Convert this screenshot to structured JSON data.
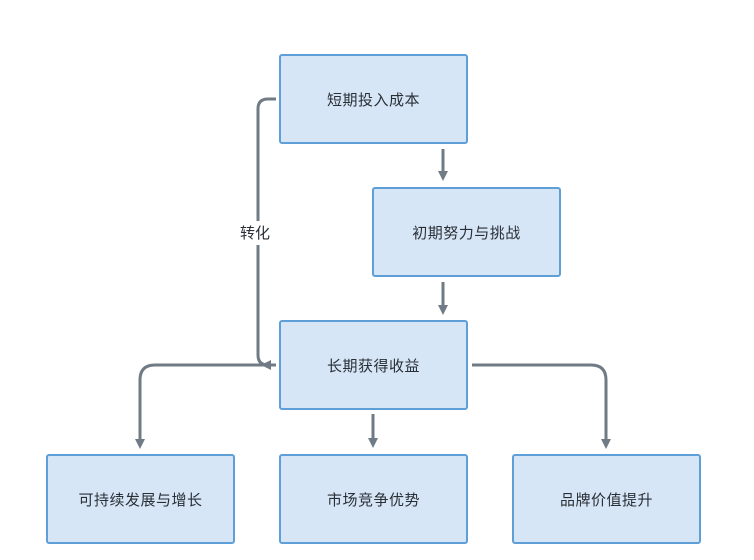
{
  "diagram": {
    "nodes": {
      "short_term_cost": "短期投入成本",
      "initial_effort": "初期努力与挑战",
      "long_term_gain": "长期获得收益",
      "sustainable_growth": "可持续发展与增长",
      "market_competitiveness": "市场竞争优势",
      "brand_value": "品牌价值提升"
    },
    "edges": {
      "conversion_label": "转化"
    },
    "colors": {
      "node_fill": "#d6e6f6",
      "node_border": "#5e9fd8",
      "edge": "#707b86",
      "text": "#2a2f36"
    }
  }
}
